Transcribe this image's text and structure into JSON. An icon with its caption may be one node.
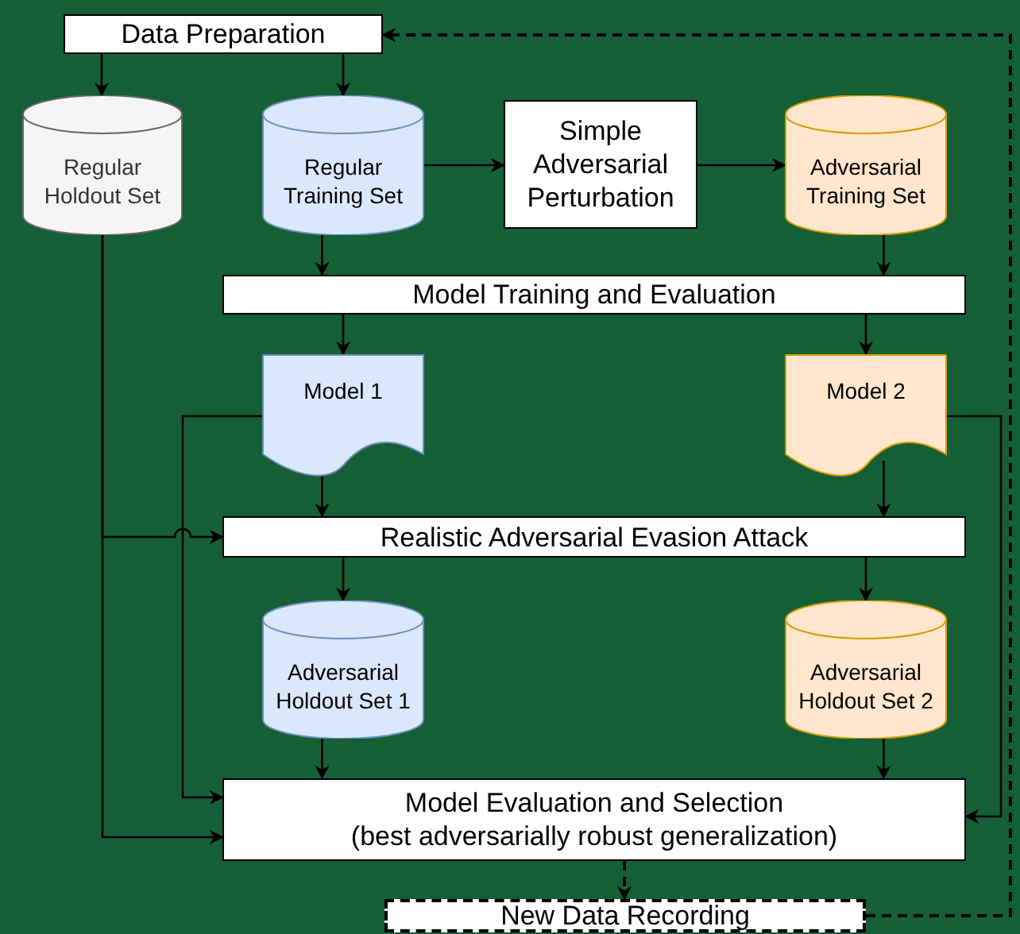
{
  "diagram": {
    "nodes": [
      {
        "text": [
          "Data Preparation"
        ]
      },
      {
        "text": [
          "Regular Holdout Set"
        ]
      },
      {
        "text": [
          "Regular Training Set"
        ]
      },
      {
        "text": [
          "Simple Adversarial Perturbation"
        ]
      },
      {
        "text": [
          "Adversarial Training Set"
        ]
      },
      {
        "text": [
          "Model Training and Evaluation"
        ]
      },
      {
        "text": [
          "Model 1"
        ]
      },
      {
        "text": [
          "Model 2"
        ]
      },
      {
        "text": [
          "Realistic Adversarial Evasion Attack"
        ]
      },
      {
        "text": [
          "Adversarial Holdout Set 1"
        ]
      },
      {
        "text": [
          "Adversarial Holdout Set 2"
        ]
      },
      {
        "text": [
          "Model Evaluation and Selection",
          "(best adversarially robust generalization)"
        ]
      },
      {
        "text": [
          "New Data Recording"
        ]
      }
    ],
    "edges": [
      {
        "from": 0,
        "to": 1,
        "arrow": "to"
      },
      {
        "from": 0,
        "to": 2,
        "arrow": "to"
      },
      {
        "from": 2,
        "to": 3,
        "arrow": "to"
      },
      {
        "from": 3,
        "to": 4,
        "arrow": "to"
      },
      {
        "from": 2,
        "to": 5,
        "arrow": "to"
      },
      {
        "from": 4,
        "to": 5,
        "arrow": "to"
      },
      {
        "from": 5,
        "to": 6,
        "arrow": "to"
      },
      {
        "from": 5,
        "to": 7,
        "arrow": "to"
      },
      {
        "from": 6,
        "to": 8,
        "arrow": "to"
      },
      {
        "from": 7,
        "to": 8,
        "arrow": "to"
      },
      {
        "from": 1,
        "to": 8,
        "arrow": "to"
      },
      {
        "from": 1,
        "to": 11,
        "arrow": "to"
      },
      {
        "from": 8,
        "to": 9,
        "arrow": "to"
      },
      {
        "from": 8,
        "to": 10,
        "arrow": "to"
      },
      {
        "from": 9,
        "to": 11,
        "arrow": "to"
      },
      {
        "from": 10,
        "to": 11,
        "arrow": "to"
      },
      {
        "from": 6,
        "to": 11,
        "arrow": "to"
      },
      {
        "from": 7,
        "to": 11,
        "arrow": "to"
      },
      {
        "from": 11,
        "to": 12,
        "arrow": "to",
        "style": "dashed"
      },
      {
        "from": 12,
        "to": 0,
        "arrow": "to",
        "style": "dashed"
      }
    ]
  }
}
